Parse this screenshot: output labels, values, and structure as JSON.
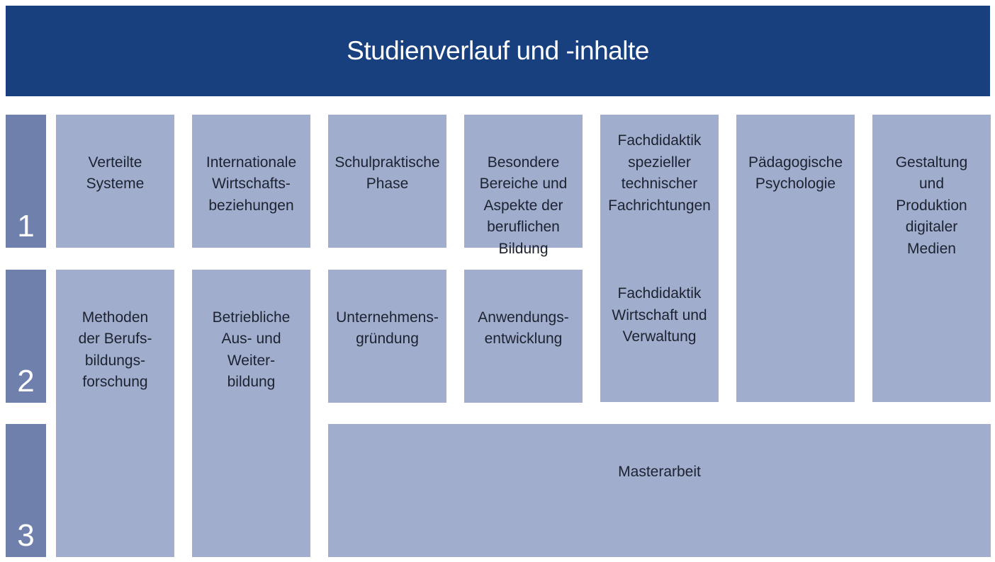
{
  "title": "Studienverlauf und -inhalte",
  "semesters": [
    "1",
    "2",
    "3"
  ],
  "modules": {
    "verteilte_systeme": "Verteilte\nSysteme",
    "internationale_wirtschaftsbeziehungen": "Internationale\nWirtschafts-\nbeziehungen",
    "schulpraktische_phase": "Schulpraktische\nPhase",
    "besondere_bereiche": "Besondere\nBereiche und\nAspekte der\nberuflichen\nBildung",
    "fachdidaktik_technisch": "Fachdidaktik\nspezieller\ntechnischer\nFachrichtungen",
    "fachdidaktik_wirtschaft": "Fachdidaktik\nWirtschaft und\nVerwaltung",
    "paedagogische_psychologie": "Pädagogische\nPsychologie",
    "gestaltung_medien": "Gestaltung\nund\nProduktion\ndigitaler\nMedien",
    "methoden_berufsbildungsforschung": "Methoden\nder Berufs-\nbildungs-\nforschung",
    "betriebliche_weiterbildung": "Betriebliche\nAus- und\nWeiter-\nbildung",
    "unternehmensgruendung": "Unternehmens-\ngründung",
    "anwendungsentwicklung": "Anwendungs-\nentwicklung",
    "masterarbeit": "Masterarbeit"
  },
  "colors": {
    "header": "#183f7e",
    "semester_bar": "#6f80ad",
    "module": "#a1adcd"
  }
}
